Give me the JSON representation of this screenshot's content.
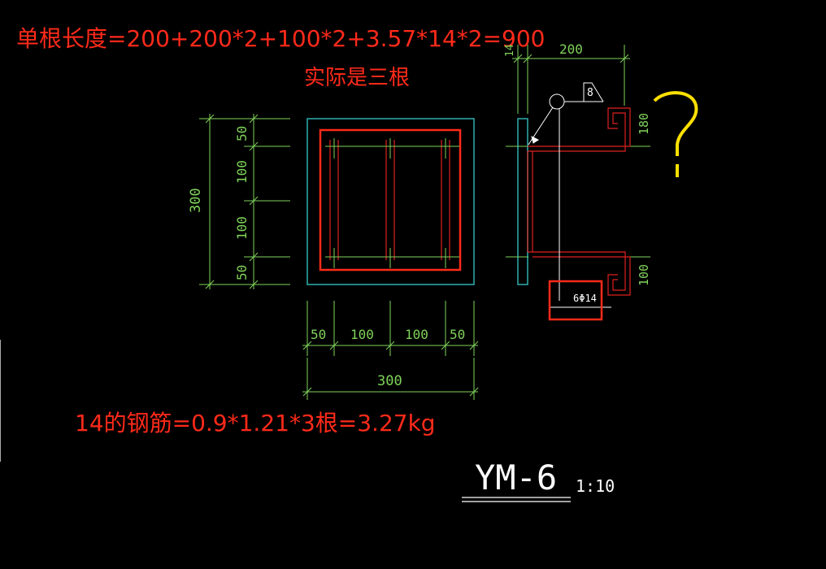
{
  "annotations": {
    "length_formula": "单根长度=200+200*2+100*2+3.57*14*2=900",
    "actual_count": "实际是三根",
    "weight_formula": "14的钢筋=0.9*1.21*3根=3.27kg"
  },
  "front_view": {
    "height_dim": "300",
    "left_segments": [
      "50",
      "100",
      "100",
      "50"
    ],
    "bottom_segments": [
      "50",
      "100",
      "100",
      "50"
    ],
    "width_dim": "300"
  },
  "side_view": {
    "top_dim": "200",
    "small_dim": "14",
    "top_hook_dim": "180",
    "bottom_hook_dim": "100",
    "weld_symbol": "8",
    "rebar_label": "6Φ14"
  },
  "title_block": {
    "name": "YM-6",
    "scale": "1:10"
  },
  "colors": {
    "background": "#000000",
    "annotation": "#ff2a1a",
    "dimension": "#7fd35a",
    "plate": "#2aa6a6",
    "leader": "#ffffff",
    "question_mark": "#ffe000"
  },
  "icons": {
    "question_mark": "question-mark-icon",
    "weld_symbol": "weld-flag-icon"
  }
}
